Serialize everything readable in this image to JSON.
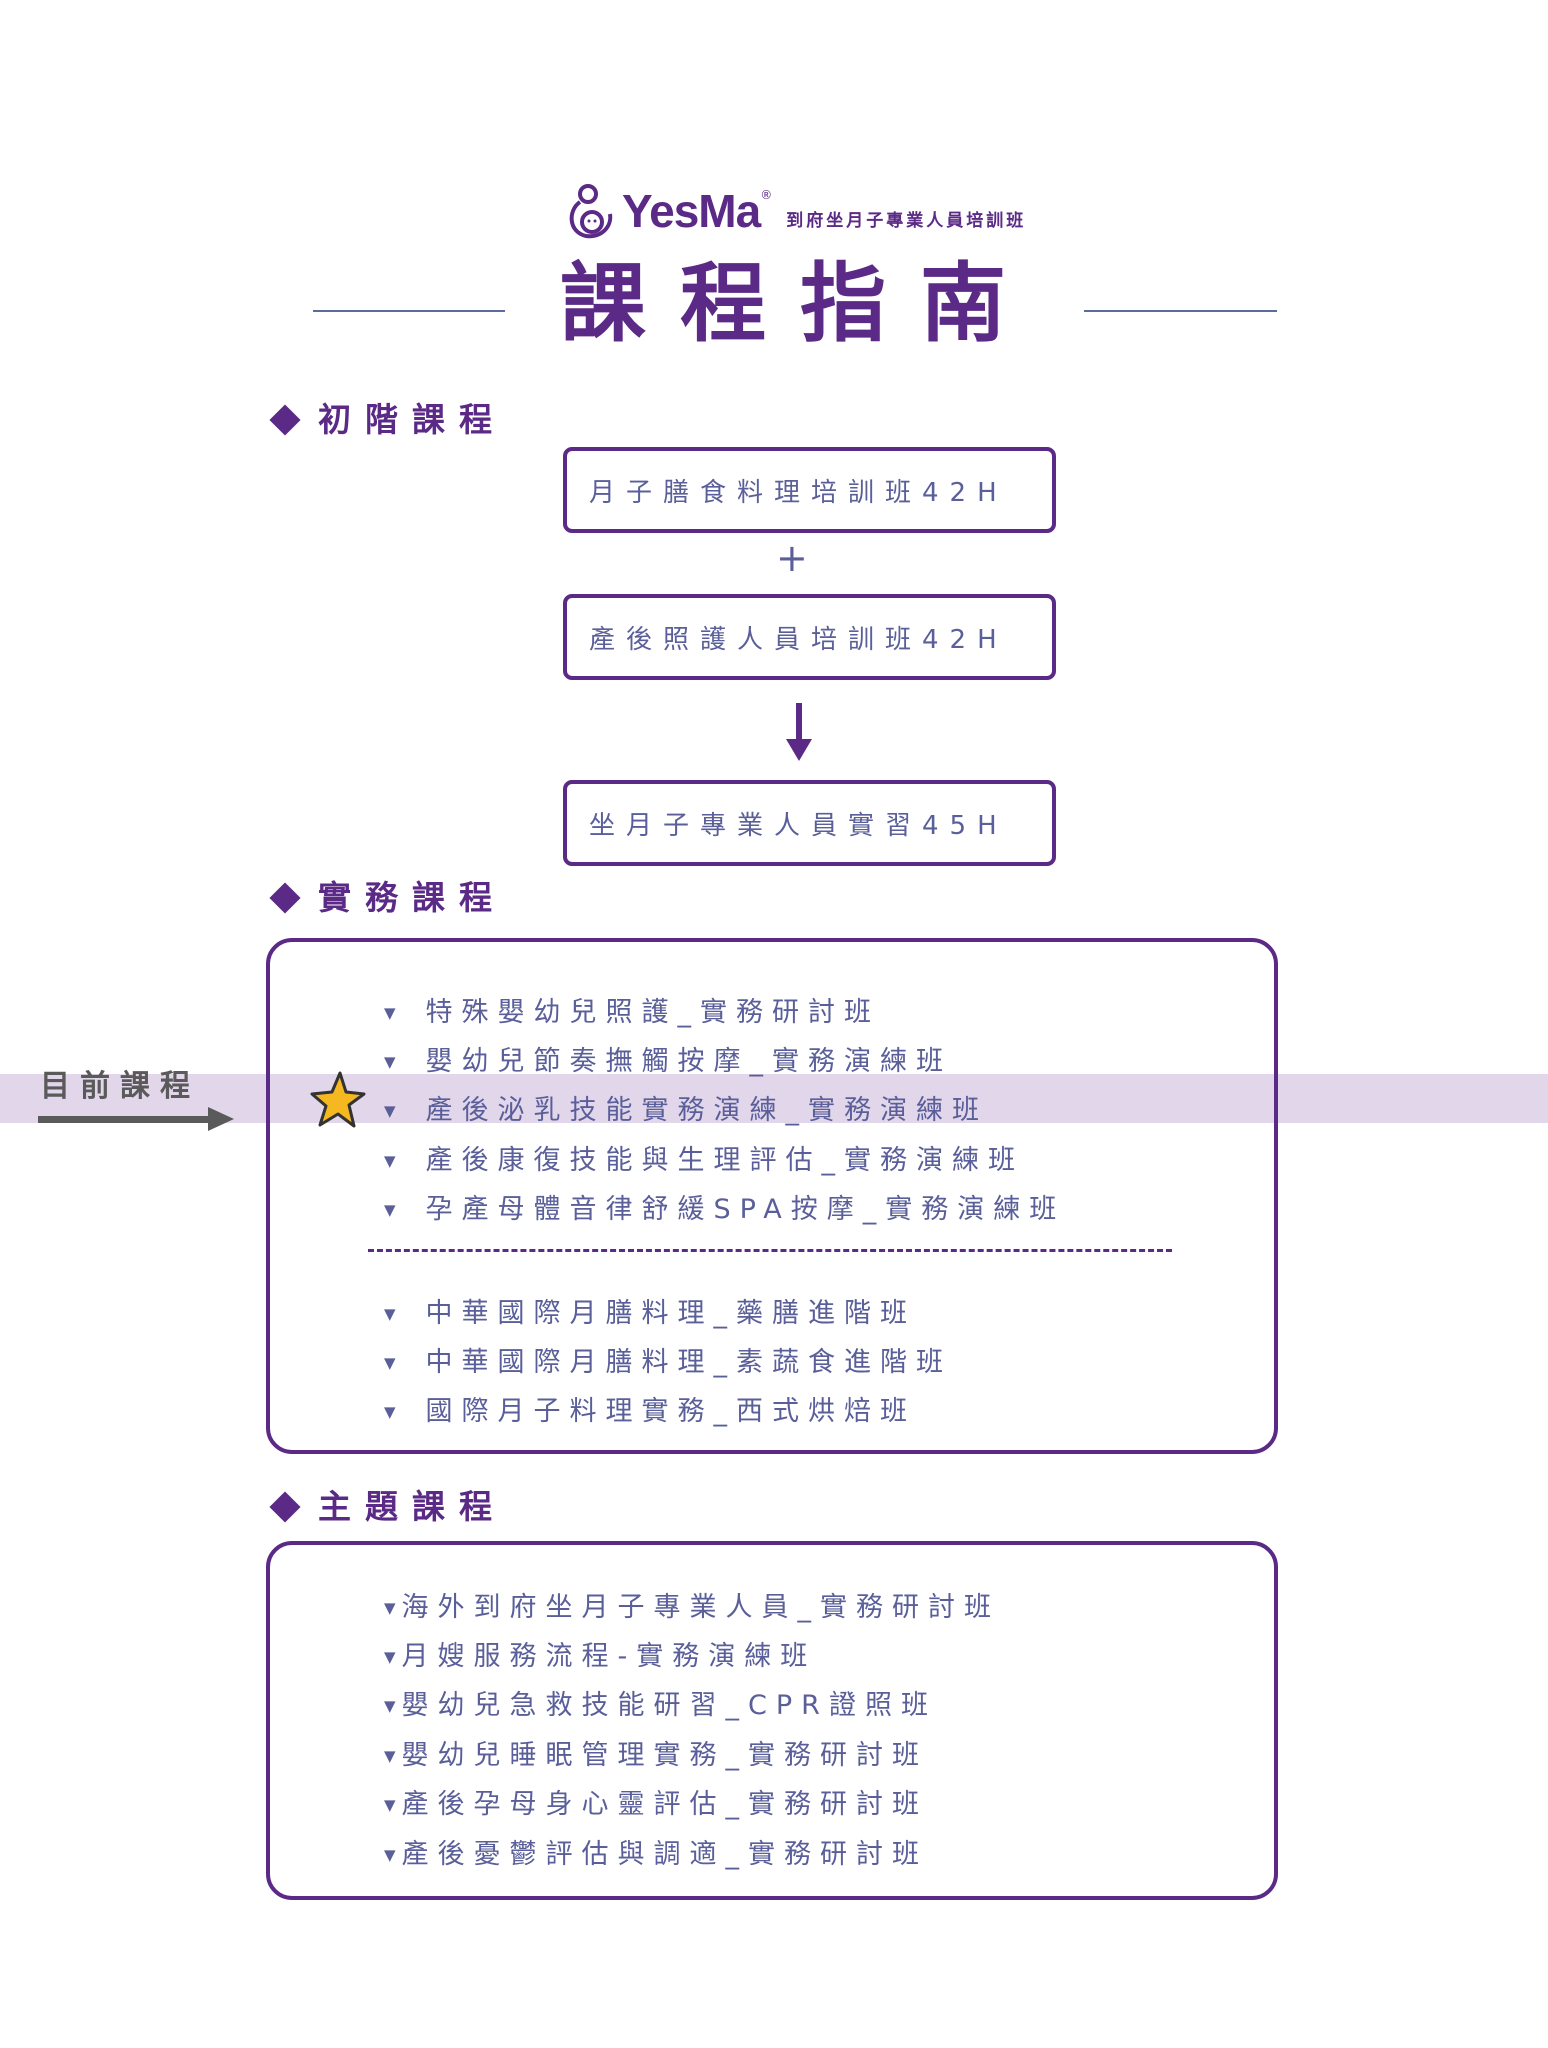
{
  "header": {
    "brand": "YesMa",
    "registered": "®",
    "tagline": "到府坐月子專業人員培訓班",
    "title": "課程指南"
  },
  "colors": {
    "primary": "#5b2a86",
    "text": "#5a5f9a",
    "highlight": "#e2d6ea",
    "star": "#f5b820"
  },
  "basic": {
    "heading": "初階課程",
    "courses": [
      "月子膳食料理培訓班42H",
      "產後照護人員培訓班42H",
      "坐月子專業人員實習45H"
    ],
    "plus": "+"
  },
  "practical": {
    "heading": "實務課程",
    "group1": [
      "特殊嬰幼兒照護_實務研討班",
      "嬰幼兒節奏撫觸按摩_實務演練班",
      "產後泌乳技能實務演練_實務演練班",
      "產後康復技能與生理評估_實務演練班",
      "孕產母體音律舒緩SPA按摩_實務演練班"
    ],
    "group2": [
      "中華國際月膳料理_藥膳進階班",
      "中華國際月膳料理_素蔬食進階班",
      "國際月子料理實務_西式烘焙班"
    ]
  },
  "current": {
    "label": "目前課程",
    "highlighted_index": 2
  },
  "theme": {
    "heading": "主題課程",
    "courses": [
      "海外到府坐月子專業人員_實務研討班",
      "月嫂服務流程-實務演練班",
      "嬰幼兒急救技能研習_CPR證照班",
      "嬰幼兒睡眠管理實務_實務研討班",
      "產後孕母身心靈評估_實務研討班",
      "產後憂鬱評估與調適_實務研討班"
    ]
  }
}
